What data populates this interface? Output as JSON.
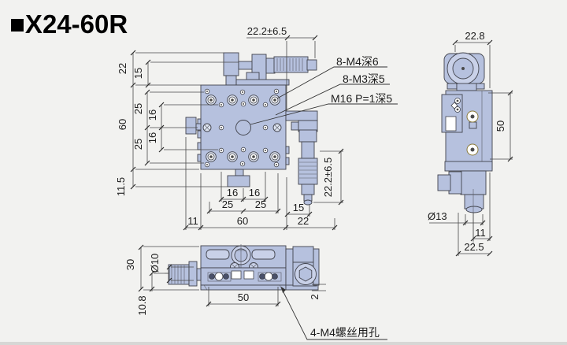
{
  "title": "■X24-60R",
  "colors": {
    "background": "#f2f2f0",
    "part_fill": "#b6c1de",
    "part_fill_light": "#c9d1e8",
    "line": "#41434c",
    "dim_line": "#4a4a4a",
    "text": "#1c1c1c"
  },
  "front_view": {
    "labels": {
      "thread_m4": "8-M4深6",
      "thread_m3": "8-M3深5",
      "thread_m16": "M16 P=1深5"
    },
    "dims": {
      "travel_top": "22.2±6.5",
      "travel_right": "22.2±6.5",
      "left_22": "22",
      "left_15": "15",
      "left_60": "60",
      "left_25_upper": "25",
      "left_16_upper": "16",
      "left_16_lower": "16",
      "left_25_lower": "25",
      "left_11_5": "11.5",
      "bottom_16_left": "16",
      "bottom_16_right": "16",
      "bottom_25_left": "25",
      "bottom_25_right": "25",
      "bottom_11": "11",
      "bottom_60": "60",
      "bottom_22": "22",
      "bottom_15": "15"
    }
  },
  "side_view": {
    "dims": {
      "top_22_8": "22.8",
      "right_50": "50",
      "dia_13": "Ø13",
      "bottom_11": "11",
      "bottom_22_5": "22.5"
    }
  },
  "bottom_view": {
    "labels": {
      "screw_holes": "4-M4螺丝用孔"
    },
    "dims": {
      "left_30": "30",
      "dia_10": "Ø10",
      "left_10_8": "10.8",
      "bottom_50": "50",
      "right_2": "2"
    }
  }
}
